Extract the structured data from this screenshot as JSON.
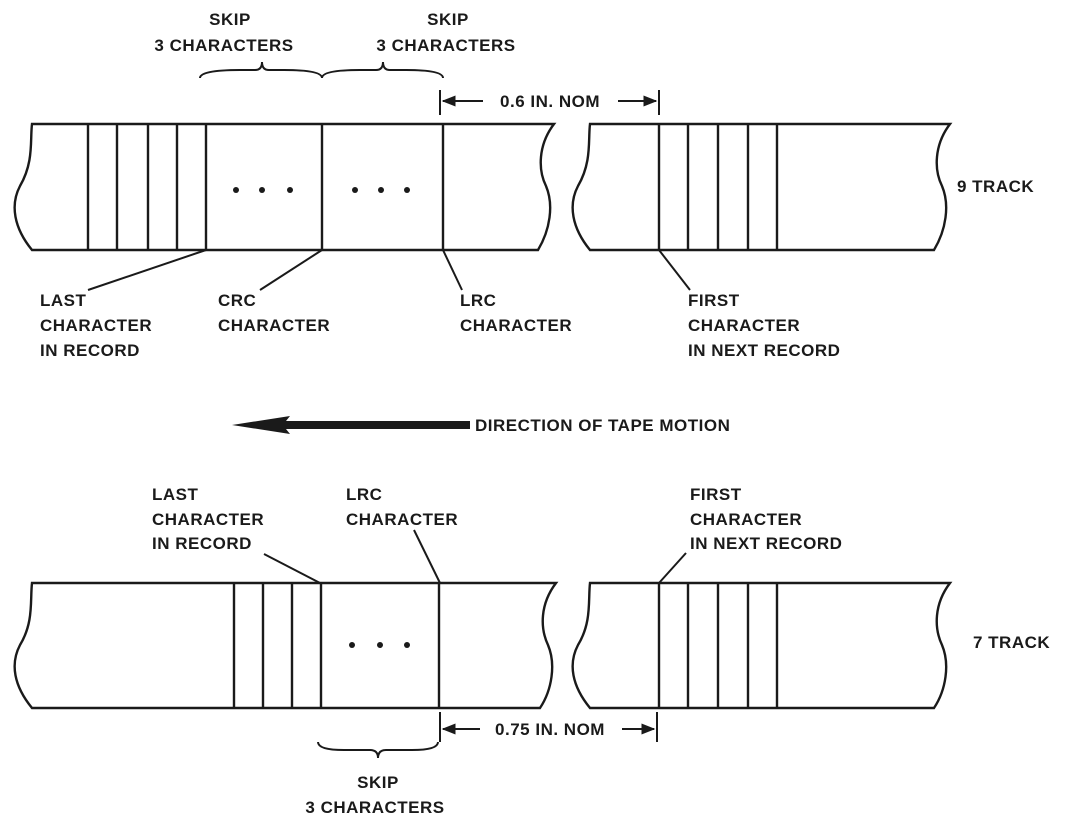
{
  "nine_track": {
    "track_label": "9 TRACK",
    "skip_left": [
      "SKIP",
      "3 CHARACTERS"
    ],
    "skip_right": [
      "SKIP",
      "3 CHARACTERS"
    ],
    "gap": "0.6 IN. NOM",
    "last_char": [
      "LAST",
      "CHARACTER",
      "IN RECORD"
    ],
    "crc_char": [
      "CRC",
      "CHARACTER"
    ],
    "lrc_char": [
      "LRC",
      "CHARACTER"
    ],
    "first_char": [
      "FIRST",
      "CHARACTER",
      "IN NEXT RECORD"
    ]
  },
  "direction_label": "DIRECTION OF TAPE MOTION",
  "seven_track": {
    "track_label": "7 TRACK",
    "last_char": [
      "LAST",
      "CHARACTER",
      "IN RECORD"
    ],
    "lrc_char": [
      "LRC",
      "CHARACTER"
    ],
    "first_char": [
      "FIRST",
      "CHARACTER",
      "IN NEXT RECORD"
    ],
    "gap": "0.75 IN. NOM",
    "skip": [
      "SKIP",
      "3 CHARACTERS"
    ]
  }
}
